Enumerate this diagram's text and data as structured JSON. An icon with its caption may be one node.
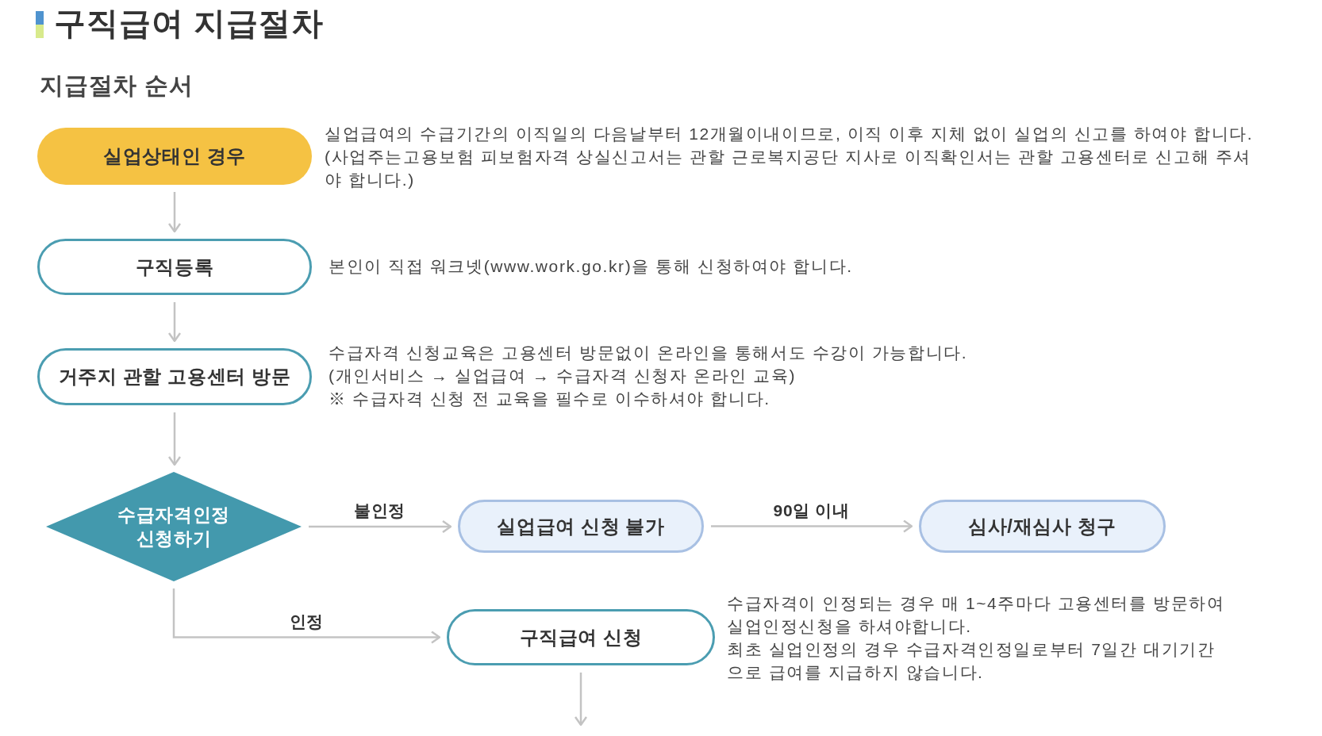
{
  "diagram": {
    "title": "구직급여 지급절차",
    "nodes": [
      {
        "text": [
          "실업상태인 경우"
        ],
        "beside": [
          "실업급여의 수급기간의 이직일의 다음날부터 12개월이내이므로, 이직 이후 지체 없이 실업의 신고를 하여야 합니다.",
          "(사업주는고용보험 피보험자격 상실신고서는 관할 근로복지공단 지사로 이직확인서는 관할 고용센터로 신고해 주셔야 합니다.)"
        ]
      },
      {
        "text": [
          "구직등록"
        ],
        "beside": [
          "본인이 직접 워크넷(www.work.go.kr)을 통해 신청하여야 합니다."
        ]
      },
      {
        "text": [
          "거주지 관할 고용센터 방문"
        ],
        "beside": [
          "수급자격 신청교육은 고용센터 방문없이 온라인을 통해서도 수강이 가능합니다.",
          "(개인서비스 → 실업급여 → 수급자격 신청자 온라인 교육)",
          "※ 수급자격 신청 전 교육을 필수로 이수하셔야 합니다."
        ]
      },
      {
        "text": [
          "수급자격인정 신청하기"
        ]
      },
      {
        "text": [
          "실업급여 신청 불가"
        ]
      },
      {
        "text": [
          "심사/재심사 청구"
        ]
      },
      {
        "text": [
          "구직급여 신청"
        ],
        "beside": [
          "수급자격이 인정되는 경우 매 1~4주마다 고용센터를 방문하여 실업인정신청을 하셔야합니다.",
          "최초 실업인정의 경우 수급자격인정일로부터 7일간 대기기간으로 급여를 지급하지 않습니다."
        ]
      }
    ],
    "edges": [
      {
        "from": 0,
        "to": 1,
        "arrow": "to"
      },
      {
        "from": 1,
        "to": 2,
        "arrow": "to"
      },
      {
        "from": 2,
        "to": 3,
        "arrow": "to"
      },
      {
        "from": 3,
        "to": 4,
        "arrow": "to",
        "label": "불인정"
      },
      {
        "from": 4,
        "to": 5,
        "arrow": "to",
        "label": "90일 이내"
      },
      {
        "from": 3,
        "to": 6,
        "arrow": "to",
        "label": "인정"
      },
      {
        "from": 6,
        "to": null,
        "arrow": "to"
      }
    ],
    "labels": [
      "지급절차 순서"
    ]
  }
}
